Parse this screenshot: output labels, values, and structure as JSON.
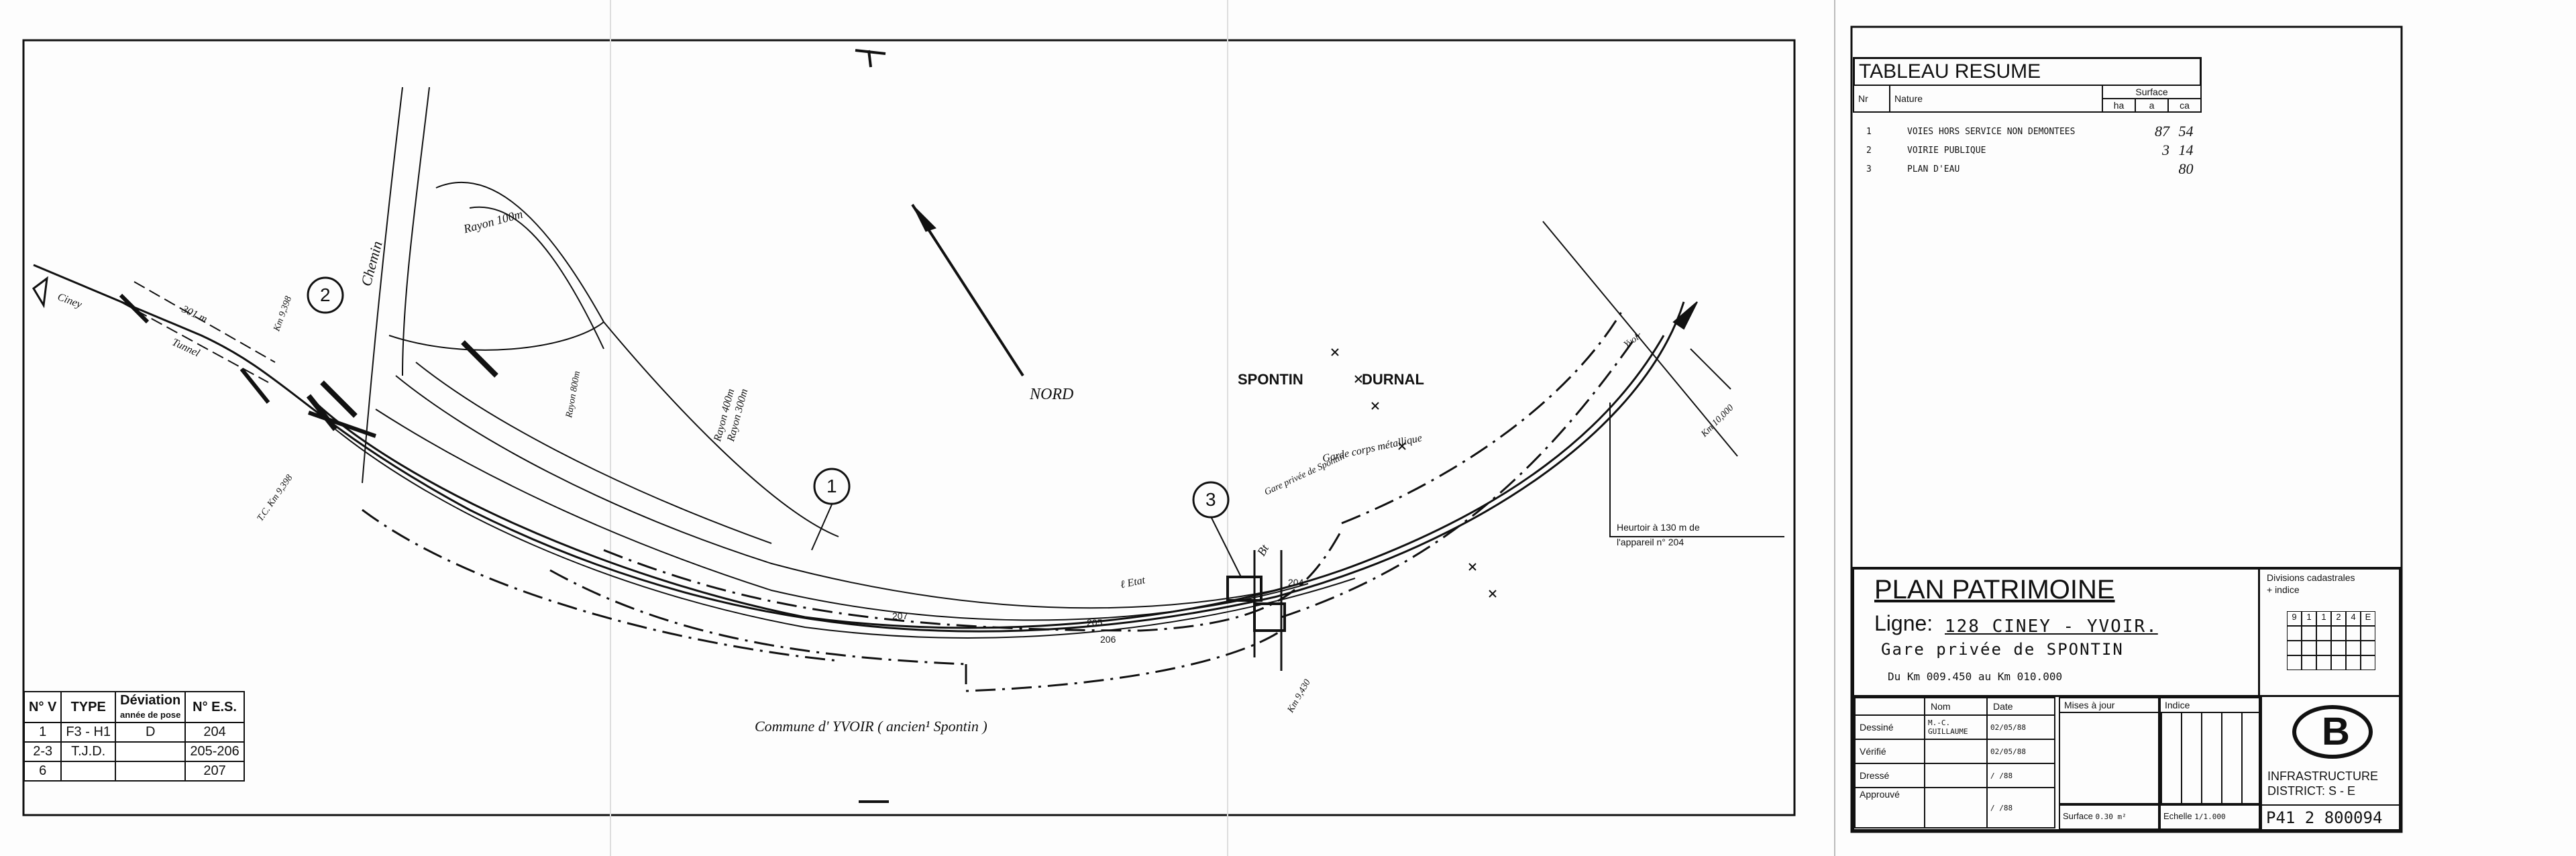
{
  "map": {
    "north_label": "NORD",
    "place_spontin": "SPONTIN",
    "place_durnal": "DURNAL",
    "commune": "Commune d' YVOIR ( ancien¹ Spontin )",
    "chemin": "Chemin",
    "rayon_100": "Rayon 100m",
    "rayon_400": "Rayon 400m",
    "rayon_300": "Rayon 300m",
    "rayon_800": "Rayon 800m",
    "ciney": "Ciney",
    "tunnel": "Tunnel",
    "dist_301": "301 m",
    "km_9398": "Km 9,398",
    "km_9398b": "T.C. Km 9,398",
    "km_9430": "Km 9,430",
    "gare_spontin": "Gare privée de Spontin",
    "garde_corps": "Garde corps métallique",
    "etat": "ℓ Etat",
    "km_10000": "Km 10,000",
    "heurtoir_line1": "Heurtoir à 130 m de",
    "heurtoir_line2": "l'appareil n° 204",
    "marker_1": "1",
    "marker_2": "2",
    "marker_3": "3",
    "num_204": "204",
    "num_205": "205",
    "num_206": "206",
    "num_207": "207",
    "btat": "Bt",
    "yvoir": "Yvoir"
  },
  "legend": {
    "headers": [
      "N° V",
      "TYPE",
      "Déviation",
      "N° E.S."
    ],
    "sub_header": "année de pose",
    "rows": [
      [
        "1",
        "F3 - H1",
        "D",
        "204"
      ],
      [
        "2-3",
        "T.J.D.",
        "",
        "205-206"
      ],
      [
        "6",
        "",
        "",
        "207"
      ]
    ]
  },
  "summary": {
    "title": "TABLEAU RESUME",
    "col_nr": "Nr",
    "col_nature": "Nature",
    "col_surface": "Surface",
    "col_ha": "ha",
    "col_a": "a",
    "col_ca": "ca",
    "rows": [
      {
        "nr": "1",
        "nature": "VOIES HORS SERVICE NON DEMONTEES",
        "a": "87",
        "ca": "54"
      },
      {
        "nr": "2",
        "nature": "VOIRIE PUBLIQUE",
        "a": "3",
        "ca": "14"
      },
      {
        "nr": "3",
        "nature": "PLAN D'EAU",
        "a": "",
        "ca": "80"
      }
    ]
  },
  "cartouche": {
    "title": "PLAN PATRIMOINE",
    "ligne_label": "Ligne:",
    "ligne_value": "128 CINEY - YVOIR.",
    "subtitle": "Gare privée de SPONTIN",
    "km_range": "Du Km 009.450 au Km 010.000",
    "divisions_label": "Divisions cadastrales",
    "divisions_sub": "+ indice",
    "division_cells": [
      "9",
      "1",
      "1",
      "2",
      "4",
      "E"
    ],
    "col_nom": "Nom",
    "col_date": "Date",
    "col_mises": "Mises à jour",
    "col_indice": "Indice",
    "rows": [
      {
        "label": "Dessiné",
        "nom": "M.-C. GUILLAUME",
        "date": "02/05/88"
      },
      {
        "label": "Vérifié",
        "nom": "",
        "date": "02/05/88"
      },
      {
        "label": "Dressé",
        "nom": "",
        "date": "/ /88"
      },
      {
        "label": "Approuvé",
        "nom": "",
        "date": "/ /88"
      }
    ],
    "surface_label": "Surface",
    "surface_value": "0.30 m²",
    "echelle_label": "Echelle",
    "echelle_value": "1/1.000",
    "infra_line1": "INFRASTRUCTURE",
    "infra_line2": "DISTRICT: S - E",
    "plan_number": "P41 2 800094",
    "logo_letter": "B"
  }
}
